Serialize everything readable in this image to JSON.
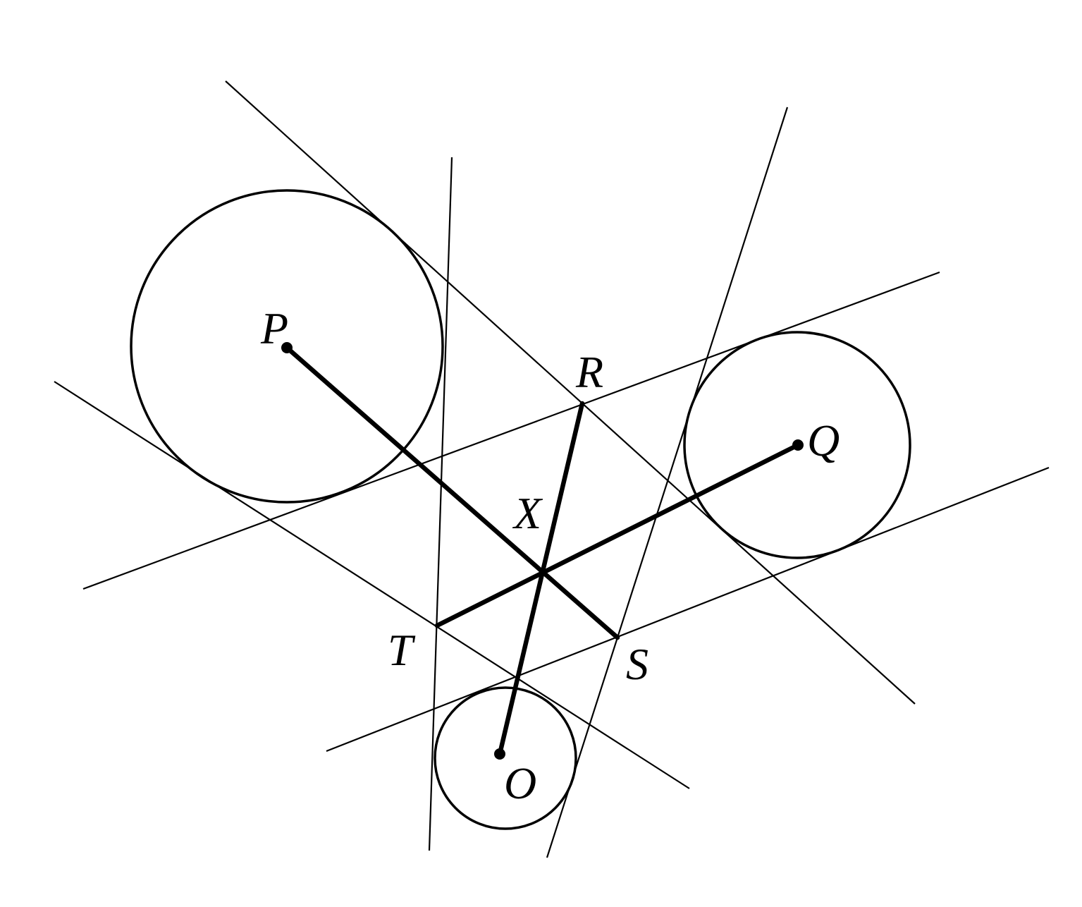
{
  "points": {
    "P": "P",
    "Q": "Q",
    "R": "R",
    "S": "S",
    "T": "T",
    "X": "X",
    "O": "O"
  },
  "colors": {
    "ink": "#000000",
    "background": "#ffffff"
  }
}
